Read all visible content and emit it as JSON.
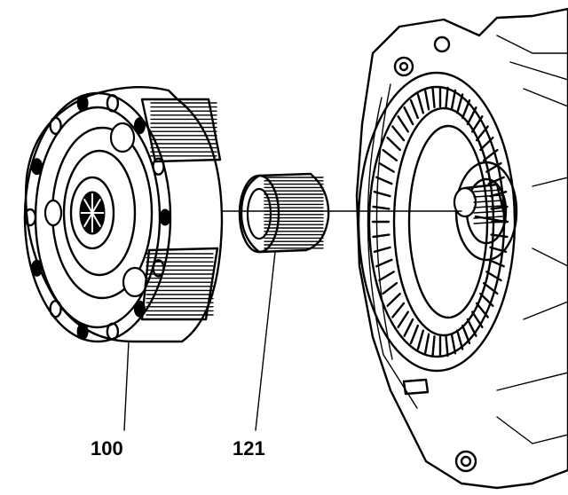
{
  "callouts": [
    {
      "id": "part-100",
      "label": "100"
    },
    {
      "id": "part-121",
      "label": "121"
    }
  ],
  "colors": {
    "ink": "#000000",
    "paper": "#ffffff"
  }
}
